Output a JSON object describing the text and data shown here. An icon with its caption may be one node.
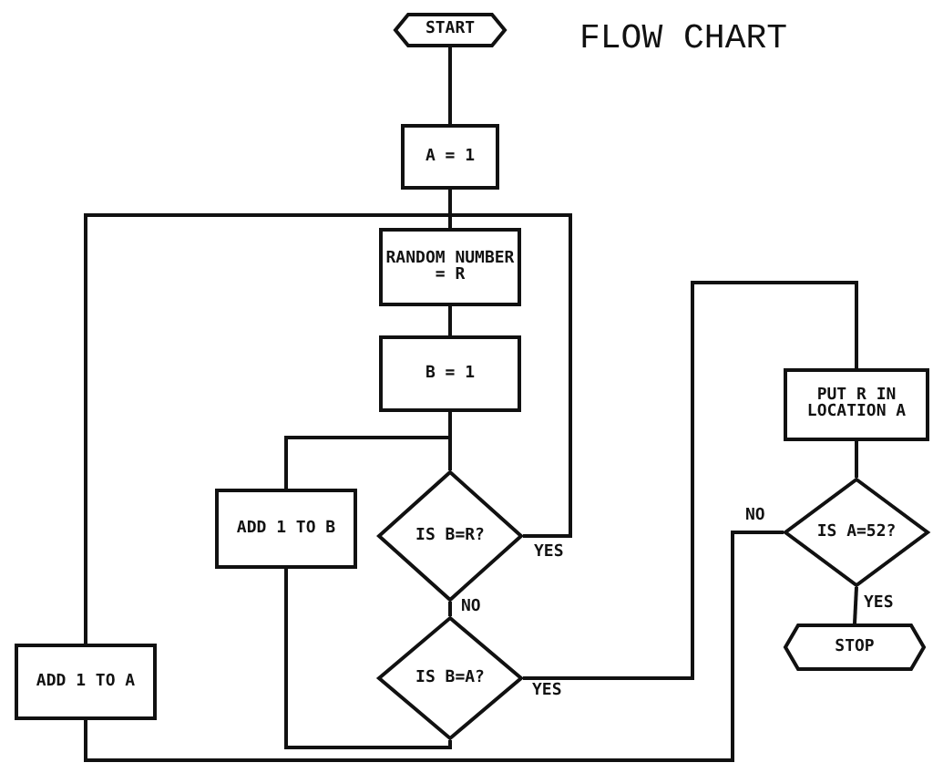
{
  "diagram": {
    "title": "FLOW CHART",
    "nodes": [
      {
        "text": [
          "START"
        ]
      },
      {
        "text": [
          "A = 1"
        ]
      },
      {
        "text": [
          "RANDOM NUMBER = R"
        ]
      },
      {
        "text": [
          "B = 1"
        ]
      },
      {
        "text": [
          "PUT R IN LOCATION A"
        ]
      },
      {
        "text": [
          "ADD 1 TO B"
        ]
      },
      {
        "text": [
          "IS B=R?"
        ]
      },
      {
        "text": [
          "IS A=52?"
        ]
      },
      {
        "text": [
          "IS B=A?"
        ]
      },
      {
        "text": [
          "STOP"
        ]
      },
      {
        "text": [
          "ADD 1 TO A"
        ]
      }
    ],
    "edges": [
      {
        "from": 0,
        "to": 1,
        "arrow": "none"
      },
      {
        "from": 1,
        "to": 2,
        "arrow": "none"
      },
      {
        "from": 2,
        "to": 3,
        "arrow": "none"
      },
      {
        "from": 3,
        "to": 6,
        "arrow": "none"
      },
      {
        "from": 5,
        "to": 6,
        "arrow": "none"
      },
      {
        "from": 6,
        "to": 2,
        "label": "YES",
        "arrow": "none"
      },
      {
        "from": 6,
        "to": 8,
        "label": "NO",
        "arrow": "none"
      },
      {
        "from": 8,
        "to": 5,
        "arrow": "none"
      },
      {
        "from": 8,
        "to": 4,
        "label": "YES",
        "arrow": "none"
      },
      {
        "from": 4,
        "to": 7,
        "arrow": "none"
      },
      {
        "from": 7,
        "to": 9,
        "label": "YES",
        "arrow": "none"
      },
      {
        "from": 7,
        "to": 10,
        "label": "NO",
        "arrow": "none"
      },
      {
        "from": 10,
        "to": 2,
        "arrow": "none"
      }
    ]
  }
}
